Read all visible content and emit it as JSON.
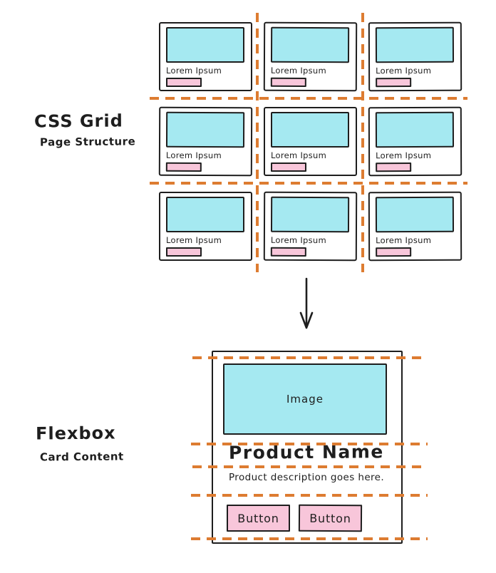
{
  "colors": {
    "stroke": "#1e1e1e",
    "cyan": "#a5e9f1",
    "pink": "#f8c6da",
    "orange": "#dd7c31",
    "background": "#ffffff"
  },
  "grid_section": {
    "title": "CSS Grid",
    "subtitle": "Page Structure",
    "cards": [
      {
        "label": "Lorem Ipsum"
      },
      {
        "label": "Lorem Ipsum"
      },
      {
        "label": "Lorem Ipsum"
      },
      {
        "label": "Lorem Ipsum"
      },
      {
        "label": "Lorem Ipsum"
      },
      {
        "label": "Lorem Ipsum"
      },
      {
        "label": "Lorem Ipsum"
      },
      {
        "label": "Lorem Ipsum"
      },
      {
        "label": "Lorem Ipsum"
      }
    ]
  },
  "flexbox_section": {
    "title": "Flexbox",
    "subtitle": "Card Content",
    "card": {
      "image_label": "Image",
      "product_name": "Product Name",
      "description": "Product description goes here.",
      "buttons": [
        {
          "label": "Button"
        },
        {
          "label": "Button"
        }
      ]
    }
  }
}
